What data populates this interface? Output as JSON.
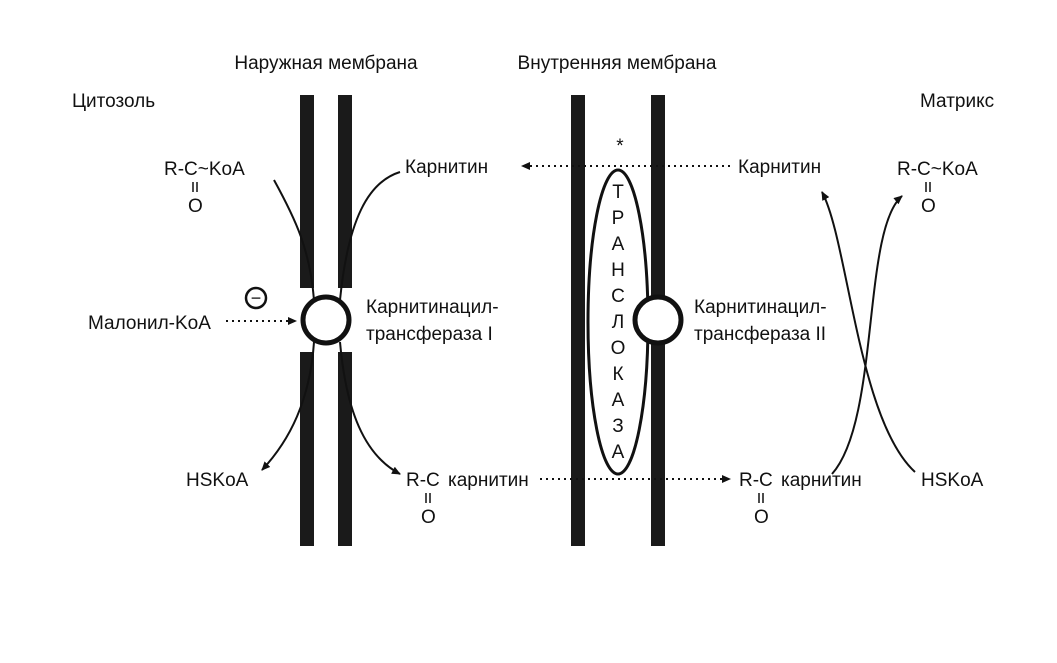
{
  "labels": {
    "outer_membrane": "Наружная мембрана",
    "inner_membrane": "Внутренняя мембрана",
    "cytosol": "Цитозоль",
    "matrix": "Матрикс",
    "acyl_coa_cytosol": "R-C~KoA",
    "acyl_coa_matrix": "R-C~KoA",
    "carbonyl_o": "O",
    "carnitine_outer": "Карнитин",
    "carnitine_matrix": "Карнитин",
    "malonyl_coa": "Малонил-KoA",
    "inhibition_sign": "−",
    "cat1_line1": "Карнитинацил-",
    "cat1_line2": "трансфераза I",
    "cat2_line1": "Карнитинацил-",
    "cat2_line2": "трансфераза II",
    "hskoa_cytosol": "HSKoA",
    "hskoa_matrix": "HSKoA",
    "acylcarnitine_r_c": "R-C",
    "acylcarnitine_word": "карнитин",
    "asterisk": "*",
    "translocase_letters": [
      "Т",
      "Р",
      "А",
      "Н",
      "С",
      "Л",
      "О",
      "К",
      "А",
      "З",
      "А"
    ]
  },
  "colors": {
    "membrane": "#1a1a1a",
    "ink": "#111111",
    "background": "#ffffff"
  }
}
